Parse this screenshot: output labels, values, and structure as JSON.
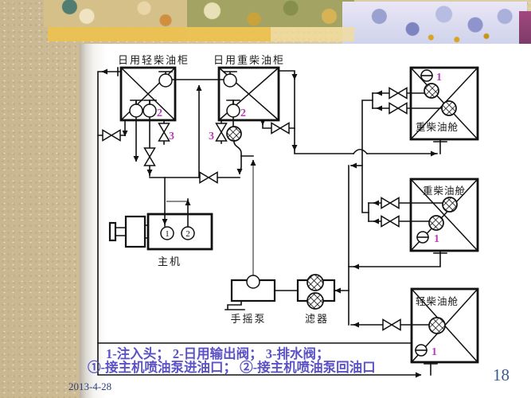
{
  "slide": {
    "date": "2013-4-28",
    "page_number": "18",
    "colors": {
      "pipe_line": "#111111",
      "gray_pipe": "#8c8c8c",
      "callout_magenta": "#b83db8",
      "legend_blue": "#5a52c5",
      "footer_navy": "#2c3f78",
      "gold_band": "#edc14f",
      "parchment": "#d9c9a4"
    },
    "diagram": {
      "daily_light_tank_label": "日用轻柴油柜",
      "daily_heavy_tank_label": "日用重柴油柜",
      "heavy_storage_tank1_label": "重柴油舱",
      "heavy_storage_tank2_label": "重柴油舱",
      "light_storage_tank_label": "轻柴油舱",
      "main_engine_label": "主机",
      "hand_pump_label": "手摇泵",
      "filter_label": "滤器",
      "callout_1": "1",
      "callout_2": "2",
      "callout_3": "3",
      "engine_inlet_num": "1",
      "engine_return_num": "2"
    },
    "legend": {
      "line1": "1-注入头； 2-日用输出阀； 3-排水阀；",
      "line2": "①-接主机喷油泵进油口； ②-接主机喷油泵回油口"
    }
  }
}
